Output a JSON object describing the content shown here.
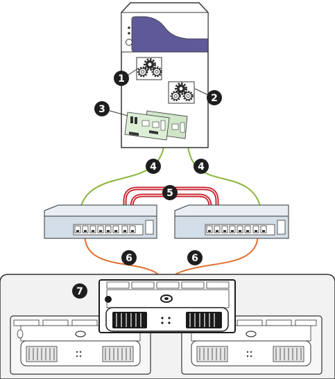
{
  "diagram": {
    "callouts": [
      {
        "id": "1",
        "label": "1"
      },
      {
        "id": "2",
        "label": "2"
      },
      {
        "id": "3",
        "label": "3"
      },
      {
        "id": "4a",
        "label": "4"
      },
      {
        "id": "4b",
        "label": "4"
      },
      {
        "id": "5",
        "label": "5"
      },
      {
        "id": "6a",
        "label": "6"
      },
      {
        "id": "6b",
        "label": "6"
      },
      {
        "id": "7",
        "label": "7"
      }
    ],
    "colors": {
      "server_band": "#5e5a9a",
      "callout_fill": "#1e1e1e",
      "host_cable": "#8cb43c",
      "interlink_cable": "#c8202a",
      "storage_cable": "#e07030",
      "switch_body": "#d4dee9",
      "enclosure_fill": "#f2f2f2"
    }
  }
}
